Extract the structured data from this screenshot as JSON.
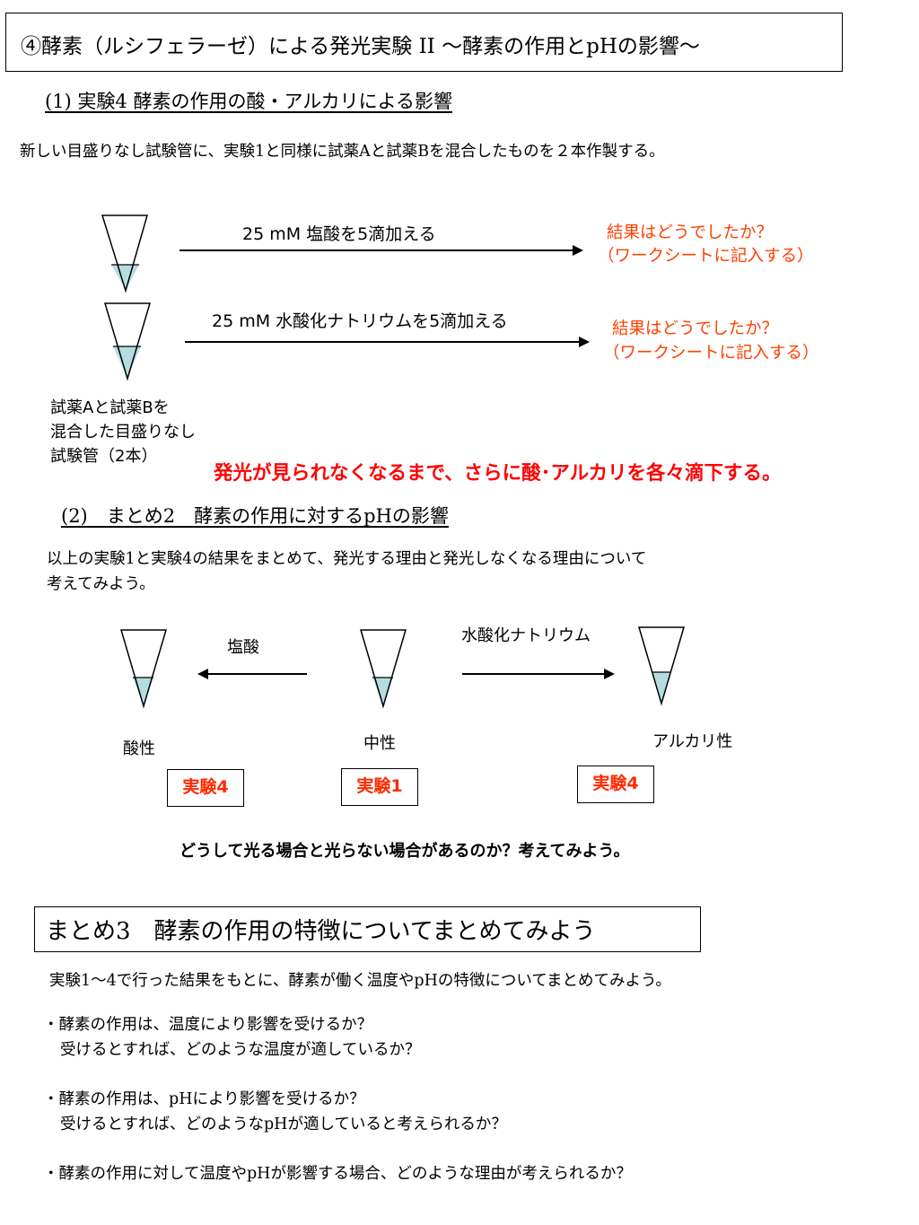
{
  "title": "④酵素（ルシフェラーゼ）による発光実験 II ～酵素の作用とpHの影響～",
  "section1": {
    "heading": "(1) 実験4 酵素の作用の酸・アルカリによる影響",
    "intro": "新しい目盛りなし試験管に、実験1と同様に試薬Aと試薬Bを混合したものを２本作製する。",
    "acid_label": "25 mM  塩酸を5滴加える",
    "base_label": "25 mM  水酸化ナトリウムを5滴加える",
    "result_q": "結果はどうでしたか？",
    "result_note": "（ワークシートに記入する）",
    "tube_caption": [
      "試薬Aと試薬Bを",
      "混合した目盛りなし",
      "試験管（2本）"
    ],
    "instruction": "発光が見られなくなるまで、さらに酸･アルカリを各々滴下する。"
  },
  "section2": {
    "heading": "(2)　まとめ2　酵素の作用に対するpHの影響",
    "intro_line1": "以上の実験1と実験4の結果をまとめて、発光する理由と発光しなくなる理由について",
    "intro_line2": "考えてみよう。",
    "acid_reagent": "塩酸",
    "base_reagent": "水酸化ナトリウム",
    "acidic": "酸性",
    "neutral": "中性",
    "alkaline": "アルカリ性",
    "exp_left": "実験4",
    "exp_mid": "実験1",
    "exp_right": "実験4",
    "question": "どうして光る場合と光らない場合があるのか？考えてみよう。"
  },
  "section3": {
    "heading": "まとめ3　酵素の作用の特徴についてまとめてみよう",
    "intro": "実験1～4で行った結果をもとに、酵素が働く温度やpHの特徴についてまとめてみよう。",
    "q1_line1": "・酵素の作用は、温度により影響を受けるか？",
    "q1_line2": "受けるとすれば、どのような温度が適しているか？",
    "q2_line1": "・酵素の作用は、pHにより影響を受けるか？",
    "q2_line2": "受けるとすれば、どのようなpHが適していると考えられるか？",
    "q3_line1": "・酵素の作用に対して温度やpHが影響する場合、どのような理由が考えられるか？"
  },
  "colors": {
    "liquid": "#b5dde0",
    "red": "#ff0000",
    "orange": "#ff4000"
  }
}
